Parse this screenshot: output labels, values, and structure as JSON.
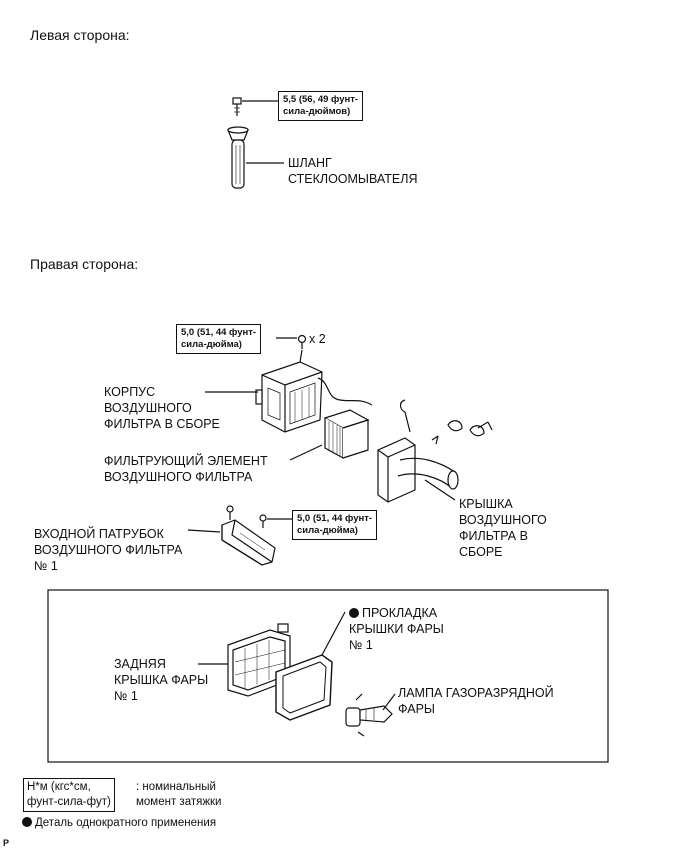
{
  "sections": {
    "left_title": "Левая сторона:",
    "right_title": "Правая сторона:"
  },
  "torques": {
    "left_hose": "5,5 (56, 49 фунт-\nсила-дюймов)",
    "housing": "5,0 (51, 44 фунт-\nсила-дюйма)",
    "housing_count": "x 2",
    "inlet": "5,0 (51, 44 фунт-\nсила-дюйма)"
  },
  "parts": {
    "washer_hose": "ШЛАНГ\nСТЕКЛООМЫВАТЕЛЯ",
    "filter_housing": "КОРПУС\nВОЗДУШНОГО\nФИЛЬТРА В СБОРЕ",
    "filter_element": "ФИЛЬТРУЮЩИЙ ЭЛЕМЕНТ\nВОЗДУШНОГО ФИЛЬТРА",
    "filter_cover": "КРЫШКА\nВОЗДУШНОГО\nФИЛЬТРА В\nСБОРЕ",
    "inlet_duct": "ВХОДНОЙ ПАТРУБОК\nВОЗДУШНОГО ФИЛЬТРА\n№ 1",
    "rear_cover": "ЗАДНЯЯ\nКРЫШКА ФАРЫ\n№ 1",
    "cover_gasket": "ПРОКЛАДКА\nКРЫШКИ ФАРЫ\n№ 1",
    "discharge_lamp": "ЛАМПА ГАЗОРАЗРЯДНОЙ\nФАРЫ"
  },
  "legend": {
    "units_box": "Н*м (кгс*см,\nфунт-сила-фут)",
    "units_desc": ": номинальный\nмомент затяжки",
    "non_reusable": "Деталь однократного применения"
  },
  "footer_code": "P"
}
